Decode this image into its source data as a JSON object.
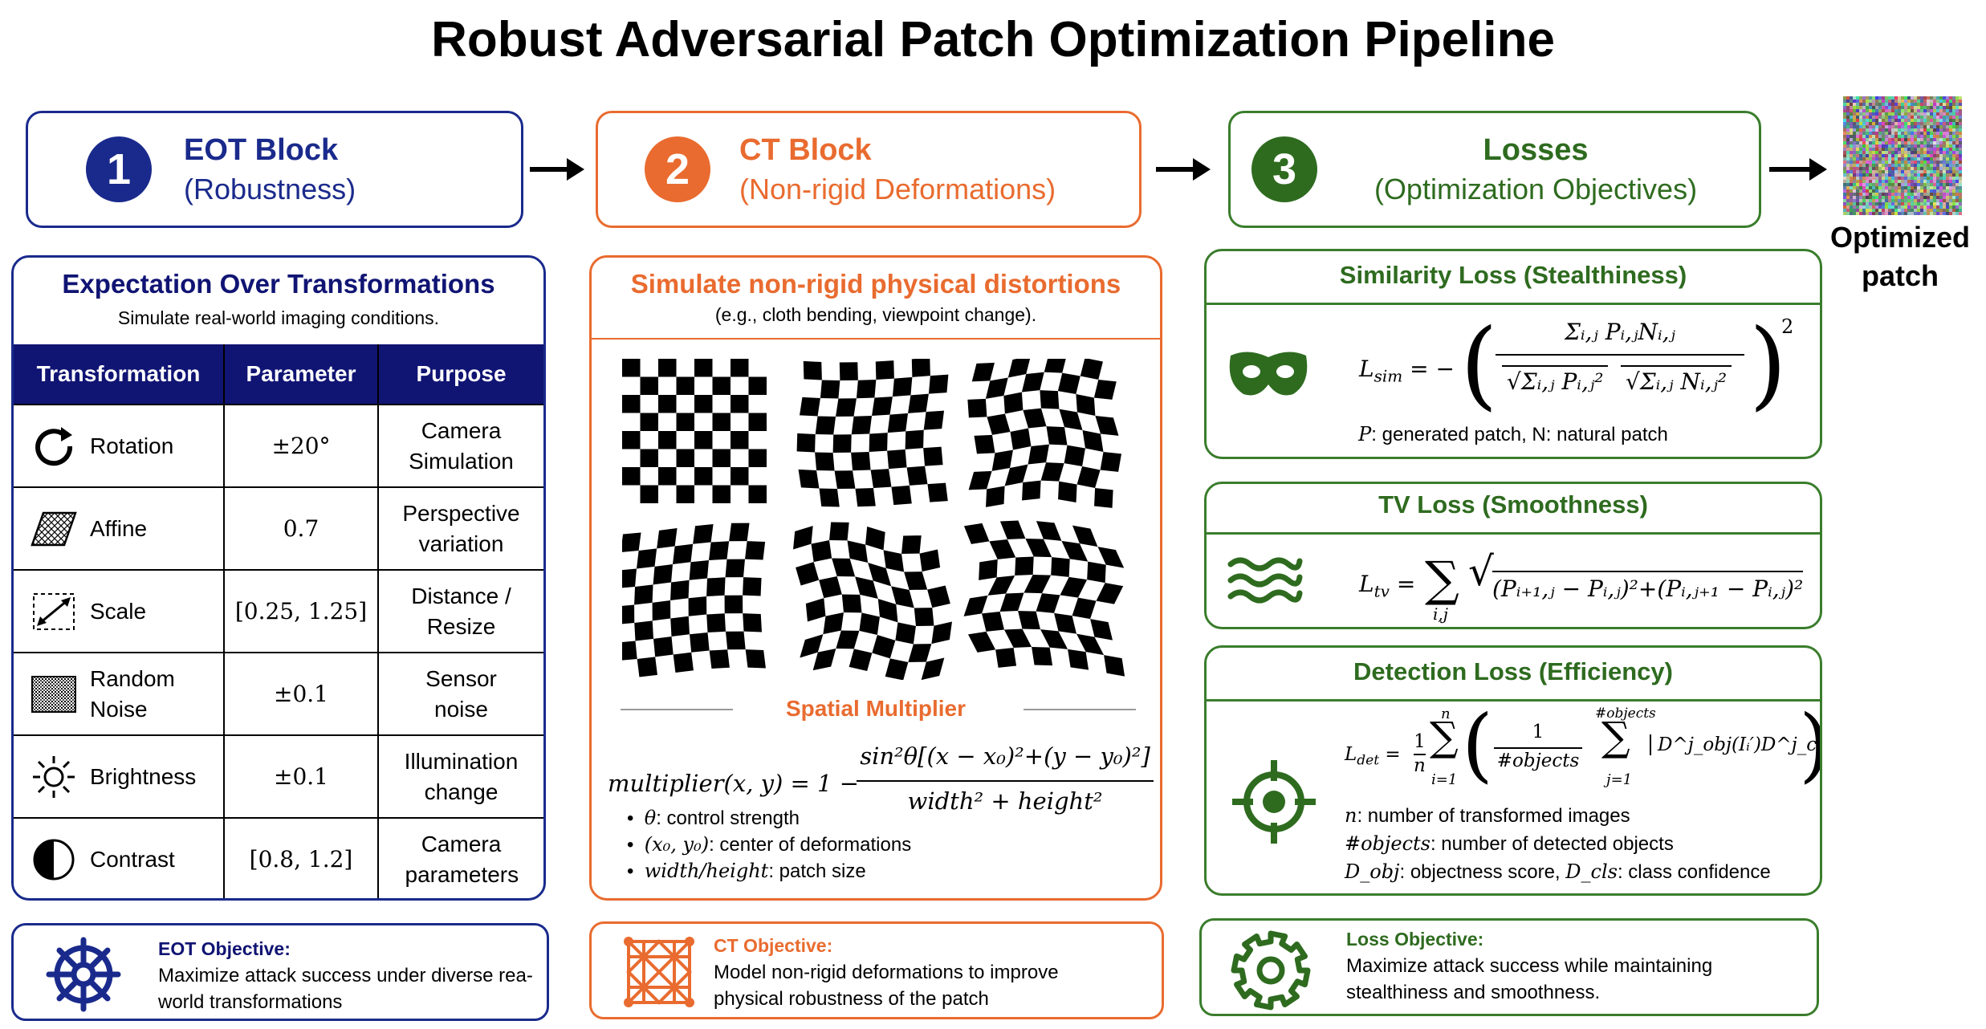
{
  "title": "Robust Adversarial Patch Optimization Pipeline",
  "colors": {
    "eot": "#1a2a8c",
    "ct": "#e96b2f",
    "loss": "#3a7d2c",
    "table_header": "#101473"
  },
  "blocks": [
    {
      "number": "1",
      "title": "EOT Block",
      "subtitle": "(Robustness)"
    },
    {
      "number": "2",
      "title": "CT Block",
      "subtitle": "(Non-rigid Deformations)"
    },
    {
      "number": "3",
      "title": "Losses",
      "subtitle": "(Optimization Objectives)"
    }
  ],
  "output": {
    "label": "Optimized patch"
  },
  "eot": {
    "title": "Expectation Over Transformations",
    "subtitle": "Simulate real-world imaging conditions.",
    "columns": [
      "Transformation",
      "Parameter",
      "Purpose"
    ],
    "rows": [
      {
        "name": "Rotation",
        "icon": "rotation-icon",
        "param": "±20°",
        "purpose": "Camera Simulation"
      },
      {
        "name": "Affine",
        "icon": "affine-icon",
        "param": "0.7",
        "purpose": "Perspective variation"
      },
      {
        "name": "Scale",
        "icon": "scale-icon",
        "param": "[0.25, 1.25]",
        "purpose": "Distance / Resize"
      },
      {
        "name": "Random Noise",
        "icon": "noise-icon",
        "param": "±0.1",
        "purpose": "Sensor noise"
      },
      {
        "name": "Brightness",
        "icon": "brightness-icon",
        "param": "±0.1",
        "purpose": "Illumination change"
      },
      {
        "name": "Contrast",
        "icon": "contrast-icon",
        "param": "[0.8, 1.2]",
        "purpose": "Camera parameters"
      }
    ],
    "objective_title": "EOT Objective:",
    "objective_text": "Maximize attack success under diverse rea-world transformations"
  },
  "ct": {
    "title": "Simulate non-rigid physical distortions",
    "subtitle": "(e.g., cloth bending, viewpoint change).",
    "multiplier_label": "Spatial Multiplier",
    "formula_lhs": "multiplier(x, y) = 1 −",
    "formula_num": "sin²θ[(x − x₀)²+(y − y₀)²]",
    "formula_den": "width² + height²",
    "bullets": [
      {
        "sym": "θ",
        "text": ": control strength"
      },
      {
        "sym": "(x₀, y₀)",
        "text": ": center of deformations"
      },
      {
        "sym": "width/height",
        "text": ": patch size"
      }
    ],
    "objective_title": "CT Objective:",
    "objective_text": "Model non-rigid deformations to improve physical robustness of the patch"
  },
  "losses": {
    "similarity": {
      "title": "Similarity Loss (Stealthiness)",
      "lhs": "L",
      "lhs_sub": "sim",
      "num": "Σᵢ,ⱼ Pᵢ,ⱼNᵢ,ⱼ",
      "den_a": "Σᵢ,ⱼ Pᵢ,ⱼ²",
      "den_b": "Σᵢ,ⱼ Nᵢ,ⱼ²",
      "note_sym": "P",
      "note": ": generated patch, N: natural patch"
    },
    "tv": {
      "title": "TV Loss (Smoothness)",
      "lhs": "L",
      "lhs_sub": "tv",
      "sum_sub": "i,j",
      "body": "(Pᵢ₊₁,ⱼ − Pᵢ,ⱼ)²+(Pᵢ,ⱼ₊₁ − Pᵢ,ⱼ)²"
    },
    "detection": {
      "title": "Detection Loss (Efficiency)",
      "lhs": "L",
      "lhs_sub": "det",
      "sum_top": "n",
      "sum_bot": "i=1",
      "inner_top": "#objects",
      "inner_bot": "j=1",
      "frac": "#objects",
      "term": "D^j_obj(Iᵢ′)D^j_cls(Iᵢ′)",
      "notes": [
        {
          "sym": "n",
          "text": ": number of transformed images"
        },
        {
          "sym": "#objects",
          "text": ": number of detected objects"
        },
        {
          "sym": "D_obj",
          "text": ": objectness score, ",
          "sym2": "D_cls",
          "text2": ": class confidence"
        }
      ]
    },
    "objective_title": "Loss Objective:",
    "objective_text": "Maximize attack success while maintaining stealthiness and smoothness."
  }
}
